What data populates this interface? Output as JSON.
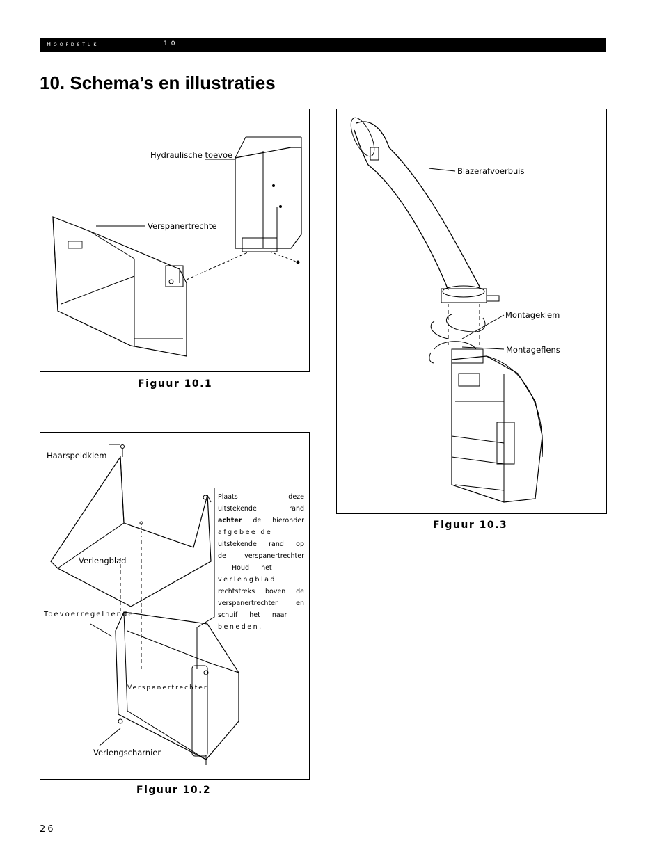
{
  "header": {
    "chapter": "Hoofdstuk",
    "number": "10"
  },
  "title": "10. Schema’s en illustraties",
  "figure1": {
    "caption": "Figuur 10.1",
    "labels": {
      "hydraulic": "Hydraulische toevoe",
      "hopper": "Verspanertrechte"
    }
  },
  "figure2": {
    "caption": "Figuur 10.2",
    "labels": {
      "hairpin": "Haarspeldklem",
      "extension": "Verlengblad",
      "feed_handle": "Toevoerregelhende",
      "hopper": "Verspanertrechter",
      "hinge": "Verlengscharnier"
    },
    "note": {
      "line1": "Plaats deze",
      "line2": "uitstekende rand",
      "line3_bold": "achter",
      "line3_rest": "de hieronder",
      "line4": "afgebeelde",
      "line5": "uitstekende rand op",
      "line6": "de verspanertrechter",
      "line7": ". Houd het",
      "line8": "verlengblad",
      "line9": "rechtstreks boven de",
      "line10": "verspanertrechter en",
      "line11": "schuif het naar",
      "line12": "beneden."
    }
  },
  "figure3": {
    "caption": "Figuur 10.3",
    "labels": {
      "pipe": "Blazerafvoerbuis",
      "clamp": "Montageklem",
      "flange": "Montageflens"
    }
  },
  "page_number": "26"
}
